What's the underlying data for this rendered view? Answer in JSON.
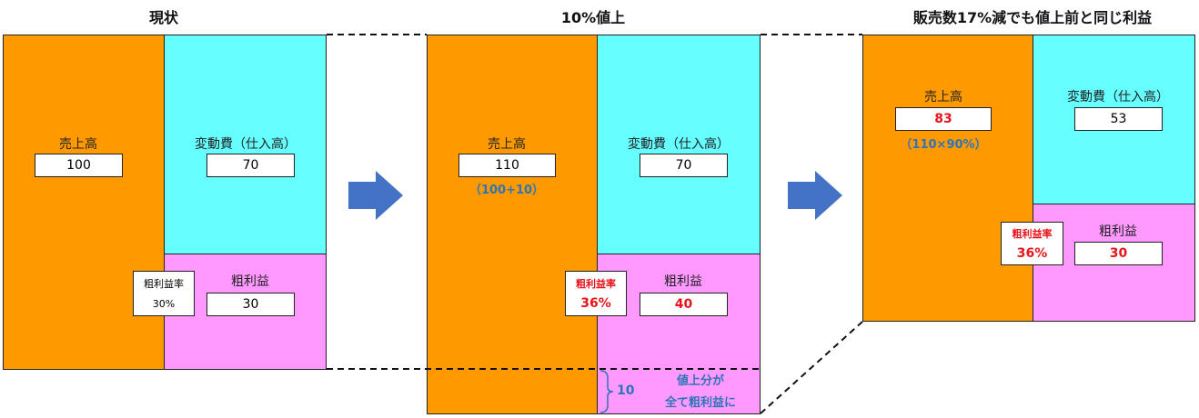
{
  "panels": [
    {
      "title": "現状",
      "sales_label": "売上高",
      "sales": "100",
      "cost_label": "変動費（仕入高）",
      "cost": "70",
      "profit_label": "粗利益",
      "profit": "30",
      "rate_label": "粗利益率",
      "rate": "30%"
    },
    {
      "title": "10%値上",
      "sales_label": "売上高",
      "sales": "110",
      "sales_note": "（100+10）",
      "cost_label": "変動費（仕入高）",
      "cost": "70",
      "profit_label": "粗利益",
      "profit": "40",
      "rate_label": "粗利益率",
      "rate": "36%",
      "brace_value": "10",
      "note_line1": "値上分が",
      "note_line2": "全て粗利益に"
    },
    {
      "title": "販売数17%減でも値上前と同じ利益",
      "sales_label": "売上高",
      "sales": "83",
      "sales_note": "（110×90%）",
      "cost_label": "変動費（仕入高）",
      "cost": "53",
      "profit_label": "粗利益",
      "profit": "30",
      "rate_label": "粗利益率",
      "rate": "36%"
    }
  ],
  "colors": {
    "sales": "#ff9900",
    "cost": "#66ffff",
    "profit": "#ff99ff",
    "arrow": "#4472c4",
    "highlight": "#e8141c",
    "note": "#2e75b6"
  }
}
